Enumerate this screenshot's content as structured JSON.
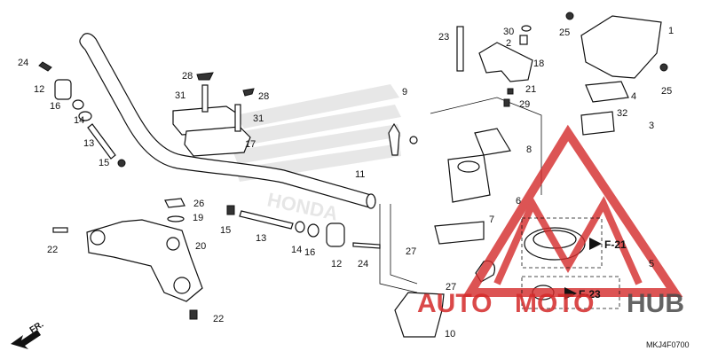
{
  "diagram_code": "MKJ4F0700",
  "front_label": "FR.",
  "watermark": {
    "auto": "AUTO",
    "moto": "MOTO",
    "hub": "HUB",
    "brand": "HONDA"
  },
  "colors": {
    "watermark_red": "#d42a2a",
    "watermark_gray": "#4a4a4a",
    "line": "#111111"
  },
  "ref_boxes": [
    {
      "label": "F-21"
    },
    {
      "label": "F-23"
    }
  ],
  "callouts": [
    "1",
    "2",
    "3",
    "4",
    "5",
    "6",
    "7",
    "8",
    "9",
    "10",
    "11",
    "12",
    "12",
    "13",
    "13",
    "14",
    "14",
    "15",
    "15",
    "16",
    "16",
    "17",
    "18",
    "19",
    "20",
    "21",
    "22",
    "22",
    "23",
    "24",
    "24",
    "25",
    "25",
    "26",
    "27",
    "27",
    "28",
    "28",
    "29",
    "30",
    "31",
    "31",
    "32"
  ]
}
